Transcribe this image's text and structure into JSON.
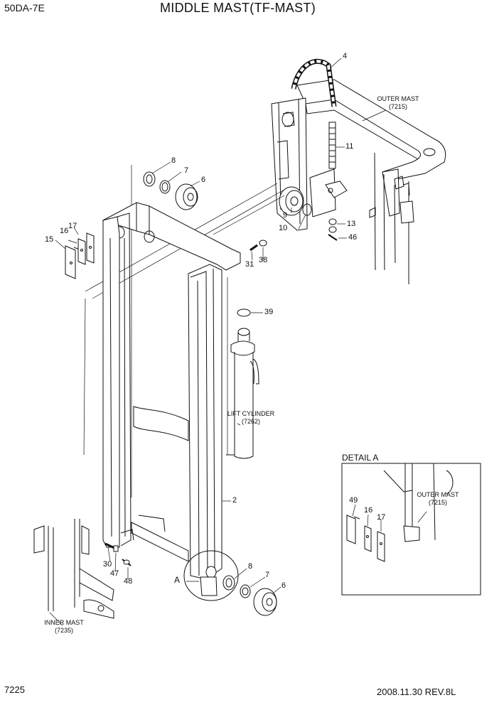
{
  "header": {
    "model": "50DA-7E",
    "title": "MIDDLE MAST(TF-MAST)"
  },
  "footer": {
    "page": "7225",
    "date_rev": "2008.11.30  REV.8L"
  },
  "callouts": [
    {
      "id": "c4",
      "label": "4"
    },
    {
      "id": "c11",
      "label": "11"
    },
    {
      "id": "c9",
      "label": "9"
    },
    {
      "id": "c10",
      "label": "10"
    },
    {
      "id": "c13",
      "label": "13"
    },
    {
      "id": "c46",
      "label": "46"
    },
    {
      "id": "c8a",
      "label": "8"
    },
    {
      "id": "c7a",
      "label": "7"
    },
    {
      "id": "c6a",
      "label": "6"
    },
    {
      "id": "c17a",
      "label": "17"
    },
    {
      "id": "c16a",
      "label": "16"
    },
    {
      "id": "c15",
      "label": "15"
    },
    {
      "id": "c31",
      "label": "31"
    },
    {
      "id": "c38",
      "label": "38"
    },
    {
      "id": "c39",
      "label": "39"
    },
    {
      "id": "c2",
      "label": "2"
    },
    {
      "id": "c30",
      "label": "30"
    },
    {
      "id": "c47",
      "label": "47"
    },
    {
      "id": "c48",
      "label": "48"
    },
    {
      "id": "cA",
      "label": "A"
    },
    {
      "id": "c8b",
      "label": "8"
    },
    {
      "id": "c7b",
      "label": "7"
    },
    {
      "id": "c6b",
      "label": "6"
    },
    {
      "id": "c49",
      "label": "49"
    },
    {
      "id": "c16b",
      "label": "16"
    },
    {
      "id": "c17b",
      "label": "17"
    }
  ],
  "notes": {
    "outer_mast": [
      "OUTER MAST",
      "(7215)"
    ],
    "lift_cylinder": [
      "LIFT CYLINDER",
      "(7262)"
    ],
    "inner_mast": [
      "INNER MAST",
      "(7235)"
    ],
    "detail_outer_mast": [
      "OUTER MAST",
      "(7215)"
    ]
  },
  "detail": {
    "title": "DETAIL A"
  }
}
